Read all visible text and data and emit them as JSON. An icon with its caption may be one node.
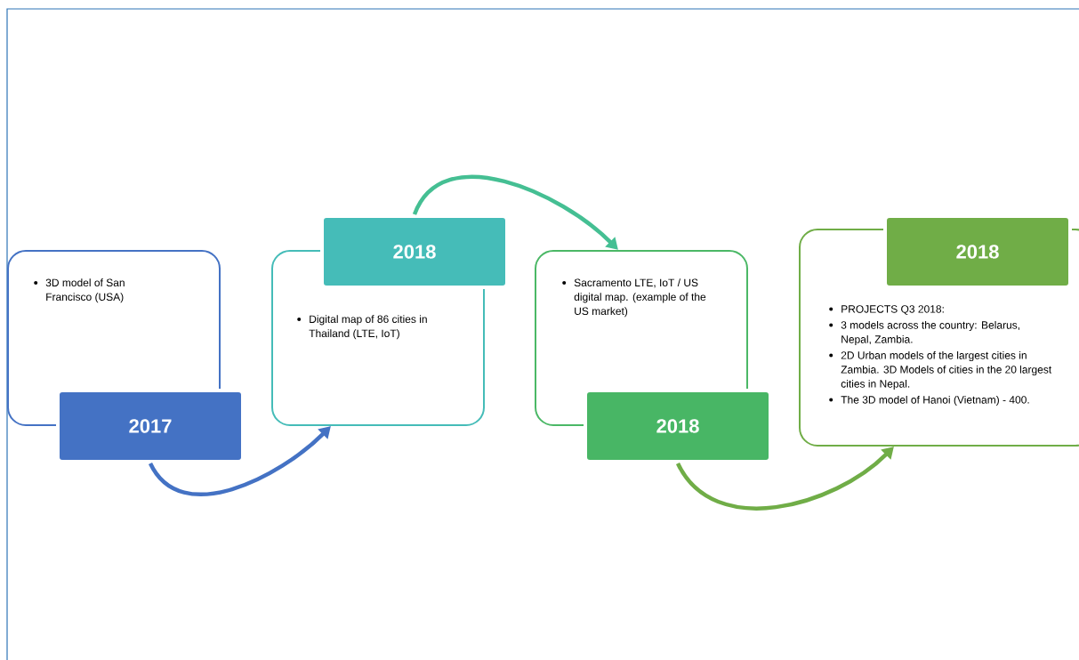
{
  "diagram": {
    "nodes": [
      {
        "text": [
          "3D model of San Francisco (USA)"
        ]
      },
      {
        "text": [
          "2017"
        ]
      },
      {
        "text": [
          "Digital map of 86 cities in Thailand (LTE, IoT)"
        ]
      },
      {
        "text": [
          "2018"
        ]
      },
      {
        "text": [
          "Sacramento LTE, IoT / US digital map. (example of the US market)"
        ]
      },
      {
        "text": [
          "2018"
        ]
      },
      {
        "text": [
          "PROJECTS Q3 2018:",
          "3 models across the country: Belarus, Nepal, Zambia.",
          "2D Urban models of the largest cities in Zambia. 3D Models of cities in the 20 largest cities in Nepal.",
          "The 3D model of Hanoi (Vietnam) - 400."
        ]
      },
      {
        "text": [
          "2018"
        ]
      }
    ],
    "edges": [
      {
        "from": 1,
        "to": 2,
        "arrow": "to",
        "color": "#4472c4"
      },
      {
        "from": 3,
        "to": 4,
        "arrow": "to",
        "color": "#45bf93"
      },
      {
        "from": 5,
        "to": 6,
        "arrow": "to",
        "color": "#70ad47"
      }
    ]
  }
}
